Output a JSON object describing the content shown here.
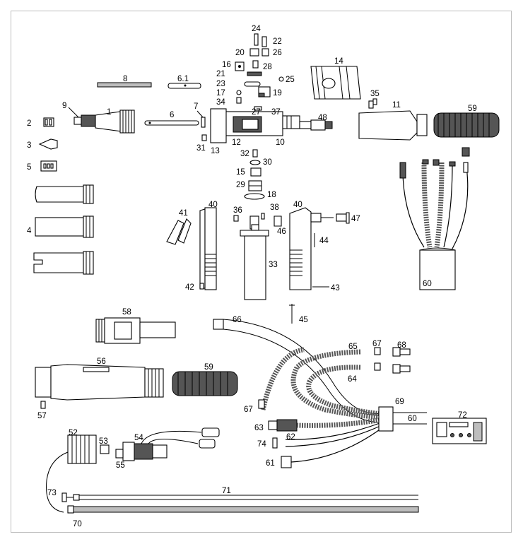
{
  "diagram": {
    "labels": {
      "l1": "1",
      "l2": "2",
      "l3": "3",
      "l4": "4",
      "l5": "5",
      "l6": "6",
      "l6_1": "6.1",
      "l7": "7",
      "l8": "8",
      "l9": "9",
      "l10": "10",
      "l11": "11",
      "l12": "12",
      "l13": "13",
      "l14": "14",
      "l15": "15",
      "l16": "16",
      "l17": "17",
      "l18": "18",
      "l19": "19",
      "l20": "20",
      "l21": "21",
      "l22": "22",
      "l23": "23",
      "l24": "24",
      "l25": "25",
      "l26": "26",
      "l27": "27",
      "l28": "28",
      "l29": "29",
      "l30": "30",
      "l31": "31",
      "l32": "32",
      "l33": "33",
      "l34": "34",
      "l35": "35",
      "l36": "36",
      "l37": "37",
      "l38": "38",
      "l40a": "40",
      "l40b": "40",
      "l41": "41",
      "l42": "42",
      "l43": "43",
      "l44": "44",
      "l45": "45",
      "l46": "46",
      "l47": "47",
      "l48": "48",
      "l52": "52",
      "l53": "53",
      "l54": "54",
      "l55": "55",
      "l56": "56",
      "l57": "57",
      "l58": "58",
      "l59a": "59",
      "l59b": "59",
      "l60a": "60",
      "l60b": "60",
      "l61": "61",
      "l62": "62",
      "l63": "63",
      "l64": "64",
      "l65": "65",
      "l66": "66",
      "l67a": "67",
      "l67b": "67",
      "l68": "68",
      "l69": "69",
      "l70": "70",
      "l71": "71",
      "l72": "72",
      "l73": "73",
      "l74": "74"
    }
  }
}
